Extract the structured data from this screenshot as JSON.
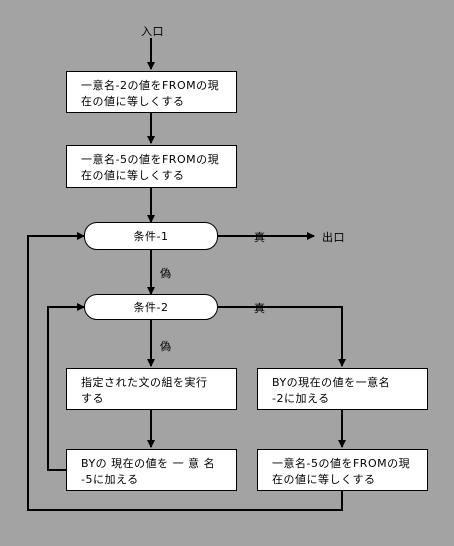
{
  "entry": "入口",
  "exit": "出口",
  "boxes": {
    "b1": [
      "一意名-2の値をFROMの現",
      "在の値に等しくする"
    ],
    "b2": [
      "一意名-5の値をFROMの現",
      "在の値に等しくする"
    ],
    "b3": [
      "指定された文の組を実行",
      "する"
    ],
    "b4": [
      "BYの現在の値を一意名",
      "-2に加える"
    ],
    "b5": [
      "BYの 現在の値を 一 意 名",
      "-5に加える"
    ],
    "b6": [
      "一意名-5の値をFROMの現",
      "在の値に等しくする"
    ]
  },
  "conditions": {
    "c1": "条件-1",
    "c2": "条件-2"
  },
  "labels": {
    "true1": "真",
    "false1": "偽",
    "true2": "真",
    "false2": "偽"
  }
}
